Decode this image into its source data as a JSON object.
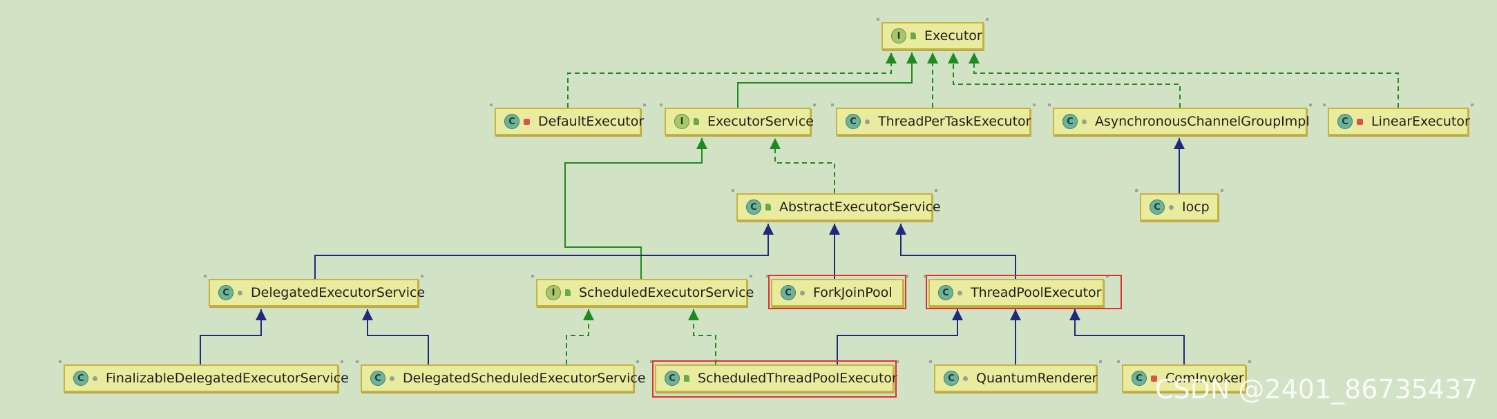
{
  "nodes": [
    {
      "id": "Executor",
      "label": "Executor",
      "kind": "I",
      "mod": "pub"
    },
    {
      "id": "DefaultExecutor",
      "label": "DefaultExecutor",
      "kind": "C",
      "mod": "priv"
    },
    {
      "id": "ExecutorService",
      "label": "ExecutorService",
      "kind": "I",
      "mod": "pub"
    },
    {
      "id": "ThreadPerTaskExecutor",
      "label": "ThreadPerTaskExecutor",
      "kind": "C",
      "mod": "pkg"
    },
    {
      "id": "AsynchronousChannelGroupImpl",
      "label": "AsynchronousChannelGroupImpl",
      "kind": "C",
      "mod": "pkg"
    },
    {
      "id": "LinearExecutor",
      "label": "LinearExecutor",
      "kind": "C",
      "mod": "priv"
    },
    {
      "id": "AbstractExecutorService",
      "label": "AbstractExecutorService",
      "kind": "C",
      "mod": "pub"
    },
    {
      "id": "Iocp",
      "label": "Iocp",
      "kind": "C",
      "mod": "pkg"
    },
    {
      "id": "DelegatedExecutorService",
      "label": "DelegatedExecutorService",
      "kind": "C",
      "mod": "pkg"
    },
    {
      "id": "ScheduledExecutorService",
      "label": "ScheduledExecutorService",
      "kind": "I",
      "mod": "pub"
    },
    {
      "id": "ForkJoinPool",
      "label": "ForkJoinPool",
      "kind": "C",
      "mod": "pkg"
    },
    {
      "id": "ThreadPoolExecutor",
      "label": "ThreadPoolExecutor",
      "kind": "C",
      "mod": "pkg"
    },
    {
      "id": "FinalizableDelegatedExecutorService",
      "label": "FinalizableDelegatedExecutorService",
      "kind": "C",
      "mod": "pkg"
    },
    {
      "id": "DelegatedScheduledExecutorService",
      "label": "DelegatedScheduledExecutorService",
      "kind": "C",
      "mod": "pkg"
    },
    {
      "id": "ScheduledThreadPoolExecutor",
      "label": "ScheduledThreadPoolExecutor",
      "kind": "C",
      "mod": "pub"
    },
    {
      "id": "QuantumRenderer",
      "label": "QuantumRenderer",
      "kind": "C",
      "mod": "pkg"
    },
    {
      "id": "ComInvoker",
      "label": "ComInvoker",
      "kind": "C",
      "mod": "priv"
    }
  ],
  "edges": [
    {
      "from": "DefaultExecutor",
      "to": "Executor",
      "style": "implements"
    },
    {
      "from": "ExecutorService",
      "to": "Executor",
      "style": "extends-interface"
    },
    {
      "from": "ThreadPerTaskExecutor",
      "to": "Executor",
      "style": "implements"
    },
    {
      "from": "AsynchronousChannelGroupImpl",
      "to": "Executor",
      "style": "implements"
    },
    {
      "from": "LinearExecutor",
      "to": "Executor",
      "style": "implements"
    },
    {
      "from": "AbstractExecutorService",
      "to": "ExecutorService",
      "style": "implements"
    },
    {
      "from": "ScheduledExecutorService",
      "to": "ExecutorService",
      "style": "extends-interface"
    },
    {
      "from": "Iocp",
      "to": "AsynchronousChannelGroupImpl",
      "style": "extends"
    },
    {
      "from": "DelegatedExecutorService",
      "to": "AbstractExecutorService",
      "style": "extends"
    },
    {
      "from": "ForkJoinPool",
      "to": "AbstractExecutorService",
      "style": "extends"
    },
    {
      "from": "ThreadPoolExecutor",
      "to": "AbstractExecutorService",
      "style": "extends"
    },
    {
      "from": "FinalizableDelegatedExecutorService",
      "to": "DelegatedExecutorService",
      "style": "extends"
    },
    {
      "from": "DelegatedScheduledExecutorService",
      "to": "DelegatedExecutorService",
      "style": "extends"
    },
    {
      "from": "DelegatedScheduledExecutorService",
      "to": "ScheduledExecutorService",
      "style": "implements"
    },
    {
      "from": "ScheduledThreadPoolExecutor",
      "to": "ScheduledExecutorService",
      "style": "implements"
    },
    {
      "from": "ScheduledThreadPoolExecutor",
      "to": "ThreadPoolExecutor",
      "style": "extends"
    },
    {
      "from": "QuantumRenderer",
      "to": "ThreadPoolExecutor",
      "style": "extends"
    },
    {
      "from": "ComInvoker",
      "to": "ThreadPoolExecutor",
      "style": "extends"
    }
  ],
  "highlighted": [
    "ForkJoinPool",
    "ThreadPoolExecutor",
    "ScheduledThreadPoolExecutor"
  ],
  "colors": {
    "background": "#d1e2c5",
    "node_fill": "#e9eb9e",
    "node_border": "#c9b33a",
    "interface_edge": "#1f8a1f",
    "class_edge": "#1f2a7a",
    "highlight": "#e2302b"
  },
  "watermark": "CSDN @2401_86735437"
}
